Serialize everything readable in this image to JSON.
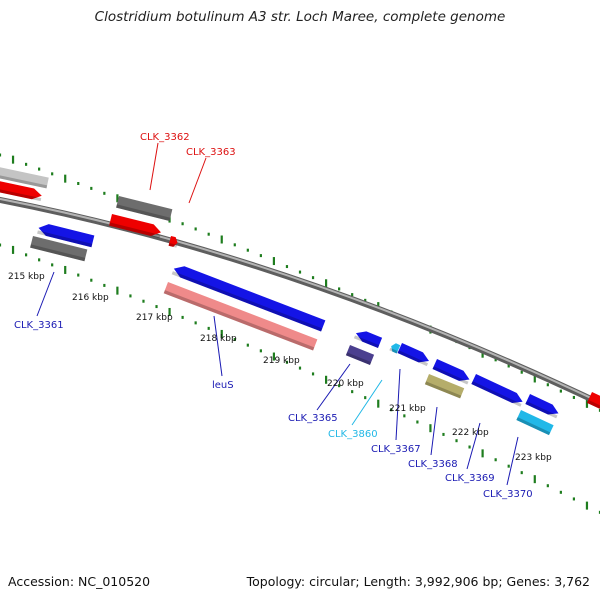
{
  "title": "Clostridium botulinum A3 str. Loch Maree, complete genome",
  "footer": {
    "accession": "Accession: NC_010520",
    "info": "Topology: circular; Length: 3,992,906 bp; Genes: 3,762"
  },
  "colors": {
    "backbone": "#7c7c7c",
    "tick": "#1e7d1e",
    "red": "#ee0000",
    "blue": "#1414e6",
    "gray": "#6d6d6d",
    "light_gray": "#c4c4c4",
    "pink": "#ef8a8a",
    "dark_purple": "#4b3f8f",
    "cyan": "#21b8e8",
    "olive": "#b5ad6a",
    "label_red": "#dd1111",
    "label_blue": "#1a1ab3",
    "label_cyan": "#22b8e6"
  },
  "kbp_ticks": [
    "215 kbp",
    "216 kbp",
    "217 kbp",
    "218 kbp",
    "219 kbp",
    "220 kbp",
    "221 kbp",
    "222 kbp",
    "223 kbp"
  ],
  "gene_labels": [
    {
      "text": "CLK_3362",
      "color": "label_red"
    },
    {
      "text": "CLK_3363",
      "color": "label_red"
    },
    {
      "text": "CLK_3361",
      "color": "label_blue"
    },
    {
      "text": "leuS",
      "color": "label_blue"
    },
    {
      "text": "CLK_3365",
      "color": "label_blue"
    },
    {
      "text": "CLK_3860",
      "color": "label_cyan"
    },
    {
      "text": "CLK_3367",
      "color": "label_blue"
    },
    {
      "text": "CLK_3368",
      "color": "label_blue"
    },
    {
      "text": "CLK_3369",
      "color": "label_blue"
    },
    {
      "text": "CLK_3370",
      "color": "label_blue"
    }
  ]
}
